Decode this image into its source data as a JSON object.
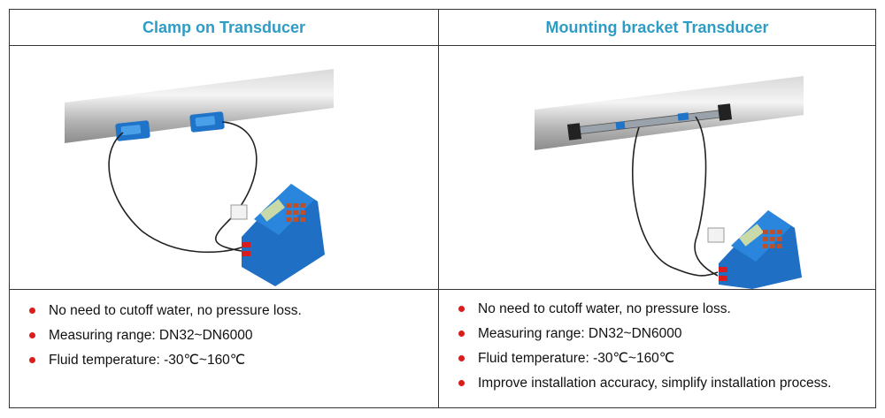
{
  "left": {
    "title": "Clamp on Transducer",
    "features": [
      "No need to cutoff water, no pressure loss.",
      "Measuring range: DN32~DN6000",
      "Fluid temperature: -30℃~160℃"
    ]
  },
  "right": {
    "title": "Mounting bracket Transducer",
    "features": [
      "No need to cutoff water, no pressure loss.",
      "Measuring range: DN32~DN6000",
      "Fluid temperature: -30℃~160℃",
      "Improve installation accuracy, simplify installation process."
    ]
  },
  "colors": {
    "title": "#2e9cc4",
    "bullet": "#d91c1c",
    "device": "#1f73c8",
    "pipe": "#a9a9a9"
  }
}
